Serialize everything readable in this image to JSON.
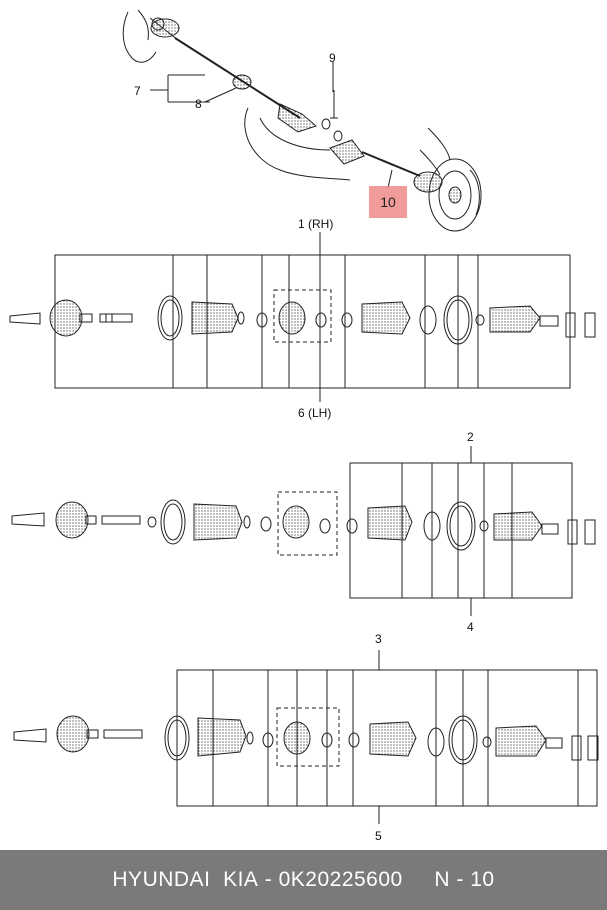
{
  "callouts": {
    "c7": "7",
    "c8": "8",
    "c9": "9",
    "c10": "10",
    "c1": "1 (RH)",
    "c6": "6 (LH)",
    "c2": "2",
    "c4": "4",
    "c3": "3",
    "c5": "5"
  },
  "highlight_color": "#f08a8a",
  "footer": {
    "brand": "HYUNDAI  KIA",
    "separator": " - ",
    "part_number": "0K20225600",
    "ref": "N - 10"
  }
}
